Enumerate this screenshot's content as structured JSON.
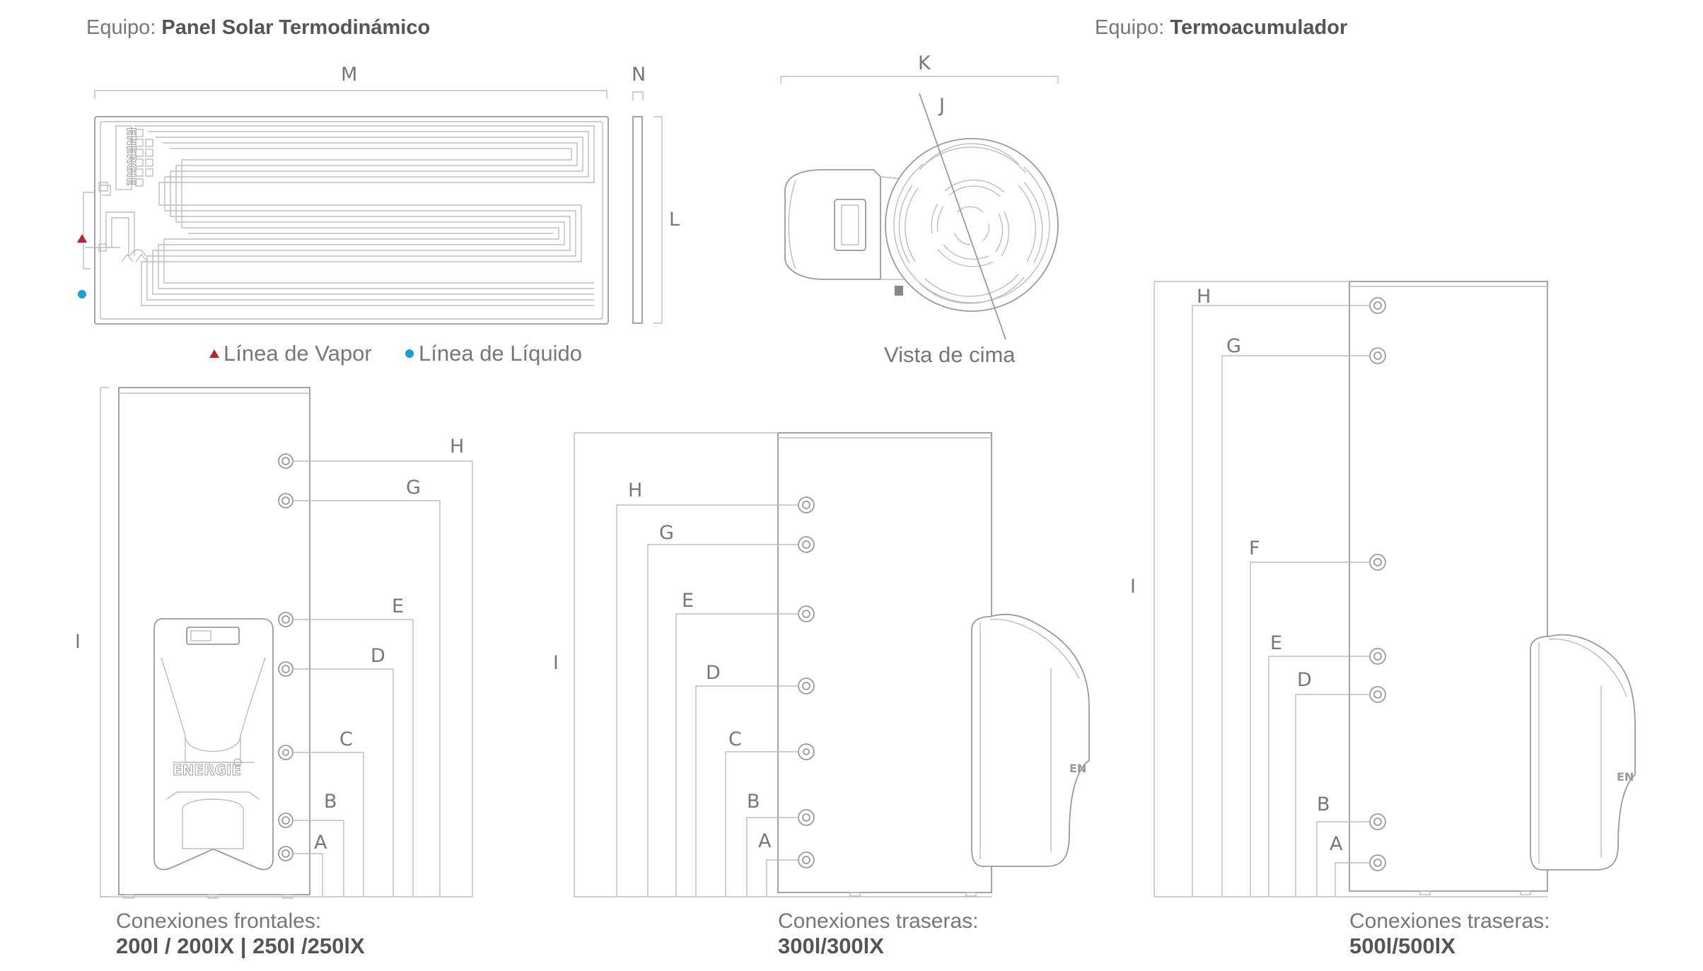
{
  "headers": {
    "left_prefix": "Equipo: ",
    "left_name": "Panel Solar Termodinámico",
    "right_prefix": "Equipo: ",
    "right_name": "Termoacumulador"
  },
  "panel": {
    "dim_width": "M",
    "dim_depth": "N",
    "dim_height": "L",
    "brand": "ENERGIE"
  },
  "legend": {
    "vapor": "Línea de Vapor",
    "liquid": "Línea de Líquido",
    "vapor_color": "#c0202a",
    "liquid_color": "#1a9fd8"
  },
  "top_view": {
    "dim_diameter": "K",
    "dim_axis": "J",
    "caption": "Vista de cima"
  },
  "tank_front": {
    "height_label": "I",
    "connections": [
      "H",
      "G",
      "E",
      "D",
      "C",
      "B",
      "A"
    ],
    "brand": "ENERGIE",
    "caption_line1": "Conexiones frontales:",
    "caption_line2": "200l / 200lX | 250l /250lX"
  },
  "tank_300": {
    "height_label": "I",
    "connections": [
      "H",
      "G",
      "E",
      "D",
      "C",
      "B",
      "A"
    ],
    "caption_line1": "Conexiones traseras:",
    "caption_line2": "300l/300lX"
  },
  "tank_500": {
    "height_label": "I",
    "connections": [
      "H",
      "G",
      "F",
      "E",
      "D",
      "B",
      "A"
    ],
    "caption_line1": "Conexiones traseras:",
    "caption_line2": "500l/500lX"
  }
}
